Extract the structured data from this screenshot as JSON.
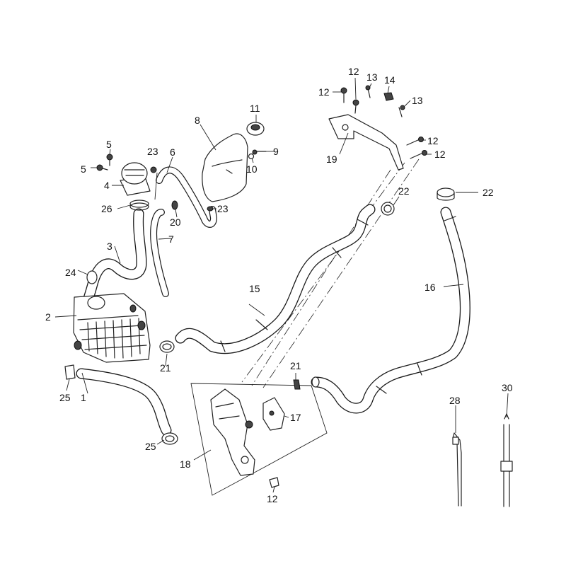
{
  "diagram": {
    "labels": {
      "l1": "1",
      "l2": "2",
      "l3": "3",
      "l4": "4",
      "l5a": "5",
      "l5b": "5",
      "l6": "6",
      "l7": "7",
      "l8": "8",
      "l9": "9",
      "l10": "10",
      "l11": "11",
      "l12a": "12",
      "l12b": "12",
      "l12c": "12",
      "l12d": "12",
      "l12e": "12",
      "l13a": "13",
      "l13b": "13",
      "l14": "14",
      "l15": "15",
      "l16": "16",
      "l17": "17",
      "l18": "18",
      "l19": "19",
      "l20": "20",
      "l21a": "21",
      "l21b": "21",
      "l22a": "22",
      "l22b": "22",
      "l23a": "23",
      "l23b": "23",
      "l24": "24",
      "l25a": "25",
      "l25b": "25",
      "l26": "26",
      "l28": "28",
      "l30": "30"
    }
  }
}
